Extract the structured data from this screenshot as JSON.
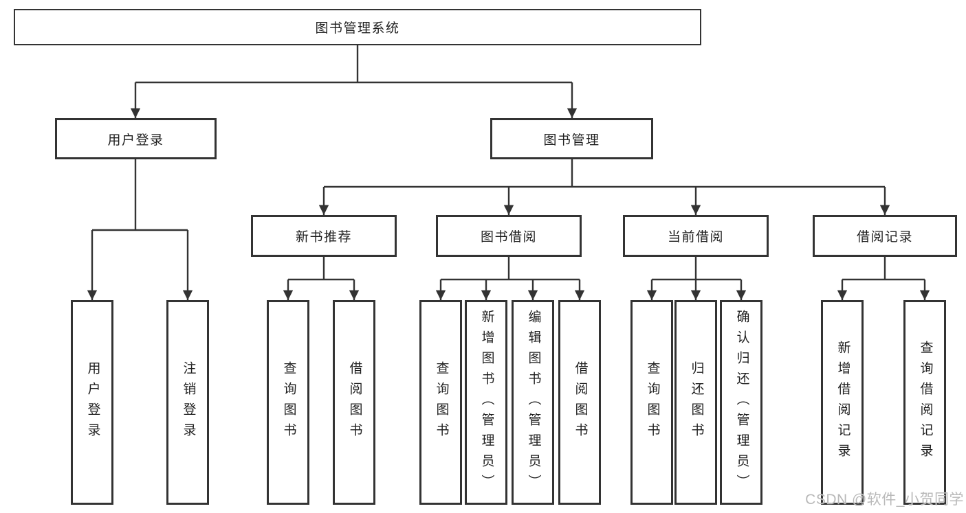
{
  "tree": {
    "root": "图书管理系统",
    "children": [
      {
        "label": "用户登录",
        "children": [
          {
            "label": "用户登录"
          },
          {
            "label": "注销登录"
          }
        ]
      },
      {
        "label": "图书管理",
        "children": [
          {
            "label": "新书推荐",
            "children": [
              {
                "label": "查询图书"
              },
              {
                "label": "借阅图书"
              }
            ]
          },
          {
            "label": "图书借阅",
            "children": [
              {
                "label": "查询图书"
              },
              {
                "label": "新增图书（管理员）"
              },
              {
                "label": "编辑图书（管理员）"
              },
              {
                "label": "借阅图书"
              }
            ]
          },
          {
            "label": "当前借阅",
            "children": [
              {
                "label": "查询图书"
              },
              {
                "label": "归还图书"
              },
              {
                "label": "确认归还（管理员）"
              }
            ]
          },
          {
            "label": "借阅记录",
            "children": [
              {
                "label": "新增借阅记录"
              },
              {
                "label": "查询借阅记录"
              }
            ]
          }
        ]
      }
    ]
  },
  "watermark": "CSDN @软件_小贺同学",
  "colors": {
    "line": "#333333",
    "box_border": "#333333",
    "text": "#1f1f1f",
    "watermark": "#b9b9b9"
  }
}
